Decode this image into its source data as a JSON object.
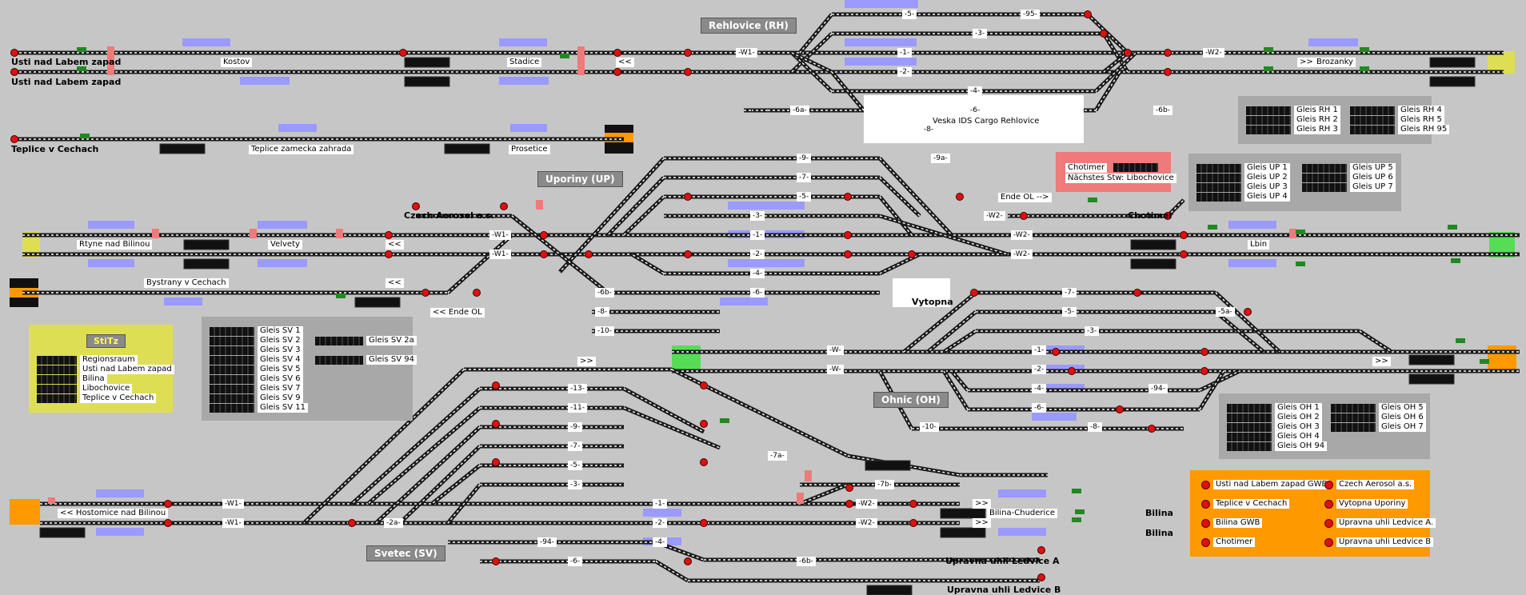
{
  "colors": {
    "background": "#c6c6c6",
    "track": "#1a1a1a",
    "sleeper": "#ffffff",
    "platform": "#9a9aff",
    "signal_red": "#dd1111",
    "signal_green": "#228822",
    "panel_gray": "#a8a8a8",
    "yellow": "#dede55",
    "orange": "#ff9900",
    "salmon": "#ee7a7a",
    "green_end": "#55dd55"
  },
  "stations": {
    "rehlovice": "Rehlovice (RH)",
    "upor": "Uporiny (UP)",
    "ohnic": "Ohnic (OH)",
    "svetec": "Svetec (SV)"
  },
  "places": {
    "usti1": "Usti nad Labem zapad",
    "usti2": "Usti nad Labem zapad",
    "teplice": "Teplice v Cechach",
    "kostov": "Kostov",
    "stadice": "Stadice",
    "teplice_zahrada": "Teplice zamecka zahrada",
    "prosetice": "Prosetice",
    "brozanky": "Brozanky",
    "veska": "Veska IDS Cargo Rehlovice",
    "czech_aerosol": "Czech Aerosol a.s.",
    "rtyne": "Rtyne nad Bilinou",
    "velvety": "Velvety",
    "bystrany": "Bystrany v Cechach",
    "ende_ol_left": "<< Ende OL",
    "ende_ol_right": "Ende OL -->",
    "chotimer": "Chotimer",
    "lbin": "Lbin",
    "vytopna": "Vytopna",
    "hostomice": "<< Hostomice nad Bilinou",
    "bilina_chuderice": "Bilina-Chuderice",
    "bilina1": "Bilina",
    "bilina2": "Bilina",
    "ledvice_a": "Upravna uhli Ledvice A",
    "ledvice_b": "Upravna uhli Ledvice B"
  },
  "chotimer_box": {
    "title": "Chotimer",
    "next": "Nächstes Stw: Libochovice"
  },
  "stitz": {
    "title": "StiTz",
    "items": [
      "Regionsraum",
      "Usti nad Labem zapad",
      "Bilina",
      "Libochovice",
      "Teplice v Cechach"
    ]
  },
  "gleis_rh": [
    "Gleis RH 1",
    "Gleis RH 2",
    "Gleis RH 3",
    "Gleis RH 4",
    "Gleis RH 5",
    "Gleis RH 95"
  ],
  "gleis_up": [
    "Gleis UP 1",
    "Gleis UP 2",
    "Gleis UP 3",
    "Gleis UP 4",
    "Gleis UP 5",
    "Gleis UP 6",
    "Gleis UP 7"
  ],
  "gleis_sv": [
    "Gleis SV 1",
    "Gleis SV 2",
    "Gleis SV 3",
    "Gleis SV 4",
    "Gleis SV 5",
    "Gleis SV 6",
    "Gleis SV 7",
    "Gleis SV 9",
    "Gleis SV 11",
    "Gleis SV 2a",
    "Gleis SV 94"
  ],
  "gleis_oh": [
    "Gleis OH 1",
    "Gleis OH 2",
    "Gleis OH 3",
    "Gleis OH 4",
    "Gleis OH 94",
    "Gleis OH 5",
    "Gleis OH 6",
    "Gleis OH 7"
  ],
  "orange_panel": [
    "Usti nad Labem zapad GWB",
    "Czech Aerosol a.s.",
    "Teplice v Cechach",
    "Vytopna Uporiny",
    "Bilina GWB",
    "Upravna uhli Ledvice A.",
    "Chotimer",
    "Upravna uhli Ledvice B"
  ],
  "track_labels": {
    "w1_rh": "-W1-",
    "w2_rh": "-W2-",
    "t5": "-5-",
    "t95": "-95-",
    "t3": "-3-",
    "t1": "-1-",
    "t2": "-2-",
    "t4": "-4-",
    "t6a": "-6a-",
    "t6": "-6-",
    "t6b": "-6b-",
    "t8": "-8-",
    "u9": "-9-",
    "u9a": "-9a-",
    "u7": "-7-",
    "u5": "-5-",
    "u3": "-3-",
    "u1": "-1-",
    "u2": "-2-",
    "u4": "-4-",
    "u6": "-6-",
    "u6b": "-6b-",
    "u8": "-8-",
    "u10": "-10-",
    "uw1": "-W1-",
    "uw1b": "-W1-",
    "uw2": "-W2-",
    "uw2b": "-W2-",
    "uw2c": "-W2-",
    "o7": "-7-",
    "o5": "-5-",
    "o5a": "-5a-",
    "o3": "-3-",
    "o1": "-1-",
    "o2": "-2-",
    "o4": "-4-",
    "o94": "-94-",
    "o6": "-6-",
    "o8": "-8-",
    "o10": "-10-",
    "ow1": "-W-",
    "ow2": "-W-",
    "s13": "-13-",
    "s11": "-11-",
    "s9": "-9-",
    "s7": "-7-",
    "s5": "-5-",
    "s3": "-3-",
    "s1": "-1-",
    "s2": "-2-",
    "s2a": "-2a-",
    "s4": "-4-",
    "s94": "-94-",
    "s6": "-6-",
    "s6b": "-6b-",
    "s7a": "-7a-",
    "s7b": "-7b-",
    "sw1": "-W1-",
    "sw1b": "-W1-",
    "sw2": "-W2-",
    "sw2b": "-W2-"
  },
  "arrows": {
    "a1": "<<",
    "a2": ">>",
    "a3": "<<",
    "a4": "<<",
    "a5": ">>",
    "a6": ">>",
    "a7": ">>",
    "a8": ">>"
  }
}
